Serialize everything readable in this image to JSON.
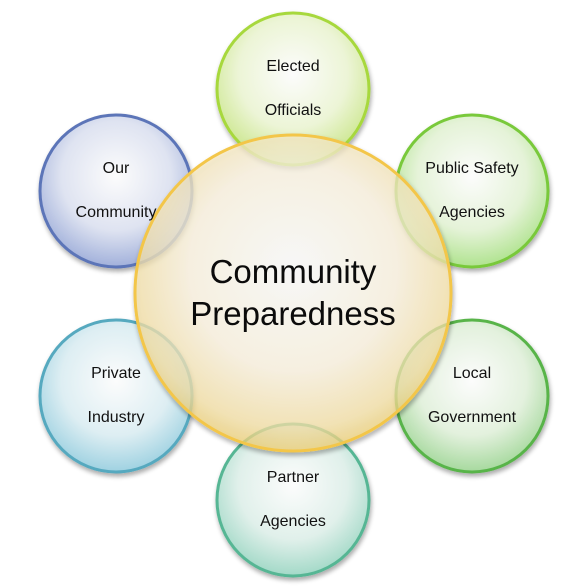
{
  "center": {
    "line1": "Community",
    "line2": "Preparedness",
    "color": "#f3c64a"
  },
  "nodes": [
    {
      "id": "elected-officials",
      "line1": "Elected",
      "line2": "Officials",
      "color": "#a7d83c"
    },
    {
      "id": "public-safety-agencies",
      "line1": "Public Safety",
      "line2": "Agencies",
      "color": "#79c93a"
    },
    {
      "id": "local-government",
      "line1": "Local",
      "line2": "Government",
      "color": "#58b44a"
    },
    {
      "id": "partner-agencies",
      "line1": "Partner",
      "line2": "Agencies",
      "color": "#57b694"
    },
    {
      "id": "private-industry",
      "line1": "Private",
      "line2": "Industry",
      "color": "#56a9bf"
    },
    {
      "id": "our-community",
      "line1": "Our",
      "line2": "Community",
      "color": "#5c74b8"
    }
  ]
}
